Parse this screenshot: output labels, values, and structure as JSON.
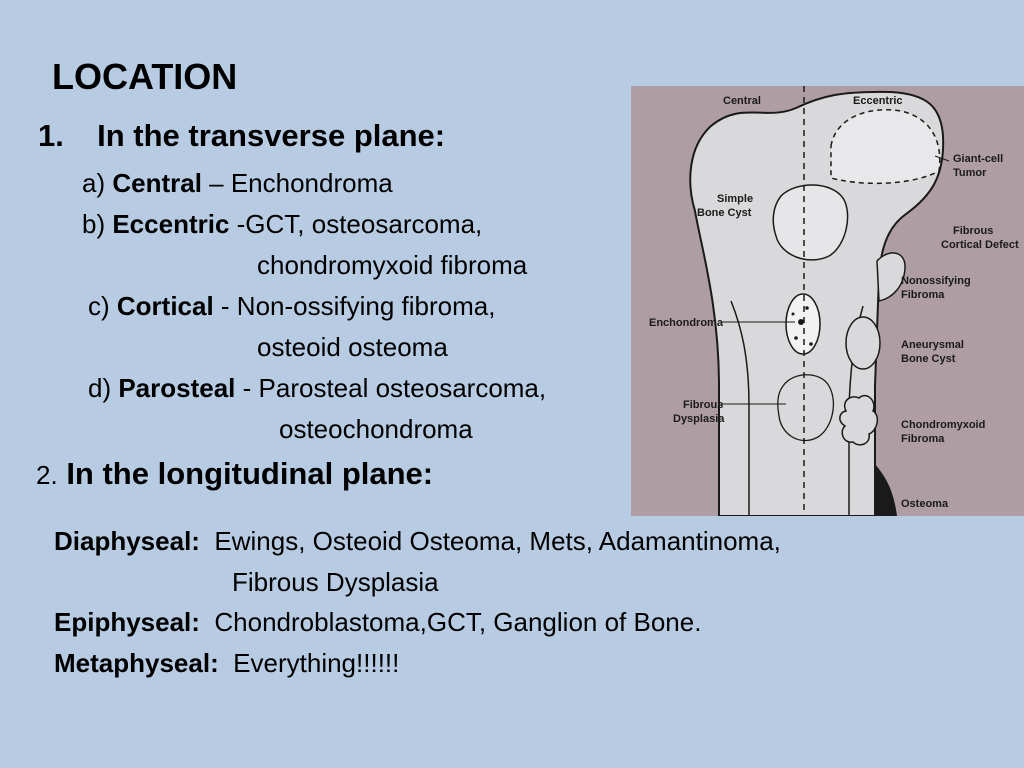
{
  "title": "LOCATION",
  "section1": {
    "number": "1.",
    "heading": "In the transverse plane:",
    "items": [
      {
        "prefix": "a) ",
        "term": "Central",
        "rest": " – Enchondroma"
      },
      {
        "prefix": "b) ",
        "term": "Eccentric",
        "rest": " -GCT, osteosarcoma,"
      },
      {
        "continuation": "chondromyxoid fibroma"
      },
      {
        "prefix": "c) ",
        "term": "Cortical",
        "rest": " - Non-ossifying fibroma,"
      },
      {
        "continuation": "osteoid osteoma"
      },
      {
        "prefix": "d) ",
        "term": "Parosteal",
        "rest": " - Parosteal osteosarcoma,"
      },
      {
        "continuation": "osteochondroma"
      }
    ]
  },
  "section2": {
    "number": "2.",
    "heading": "In the longitudinal plane:"
  },
  "longitudinal": [
    {
      "term": "Diaphyseal:",
      "rest": "  Ewings, Osteoid Osteoma, Mets, Adamantinoma,"
    },
    {
      "continuation": "Fibrous Dysplasia"
    },
    {
      "term": "Epiphyseal:",
      "rest": "  Chondroblastoma,GCT, Ganglion of Bone."
    },
    {
      "term": "Metaphyseal:",
      "rest": "  Everything!!!!!!"
    }
  ],
  "figure": {
    "labels": {
      "central": "Central",
      "eccentric": "Eccentric",
      "giant_cell_1": "Giant-cell",
      "giant_cell_2": "Tumor",
      "simple_1": "Simple",
      "simple_2": "Bone Cyst",
      "fibrous_cortical_1": "Fibrous",
      "fibrous_cortical_2": "Cortical Defect",
      "nonossifying_1": "Nonossifying",
      "nonossifying_2": "Fibroma",
      "enchondroma": "Enchondroma",
      "aneurysmal_1": "Aneurysmal",
      "aneurysmal_2": "Bone Cyst",
      "fibrous_dysplasia_1": "Fibrous",
      "fibrous_dysplasia_2": "Dysplasia",
      "chondromyxoid_1": "Chondromyxoid",
      "chondromyxoid_2": "Fibroma",
      "osteoma": "Osteoma"
    },
    "colors": {
      "background": "#ae9ea3",
      "bone": "#d9d9dc",
      "outline": "#1a1a1a"
    }
  }
}
